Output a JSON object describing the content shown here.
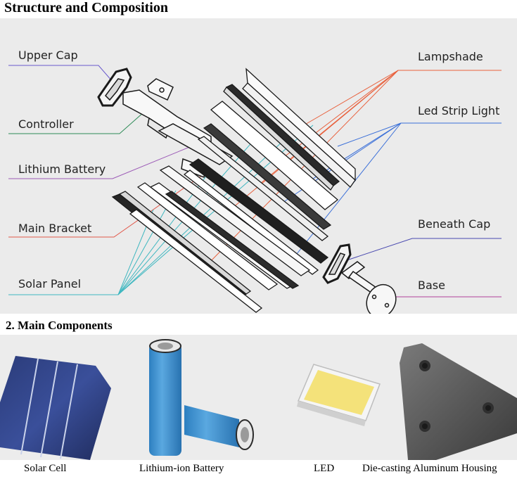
{
  "header": {
    "title": "Structure and Composition"
  },
  "diagram": {
    "labels": {
      "upper_cap": "Upper Cap",
      "controller": "Controller",
      "lithium_battery": "Lithium Battery",
      "main_bracket": "Main Bracket",
      "solar_panel": "Solar Panel",
      "lampshade": "Lampshade",
      "led_strip_light": "Led Strip Light",
      "beneath_cap": "Beneath Cap",
      "base": "Base"
    },
    "colors": {
      "upper_cap": "#6a5acd",
      "controller": "#2e8b57",
      "lithium_battery": "#9b59b6",
      "main_bracket": "#e2584a",
      "solar_panel": "#3fb7c0",
      "lampshade": "#e8603c",
      "led_strip_light": "#3a6fd8",
      "beneath_cap": "#4a4ab0",
      "base": "#b0409a"
    }
  },
  "main_components": {
    "heading": "2. Main Components",
    "items": [
      {
        "caption": "Solar Cell",
        "icon": "solar-cell-icon"
      },
      {
        "caption": "Lithium-ion Battery",
        "icon": "battery-cell-icon"
      },
      {
        "caption": "LED",
        "icon": "led-chip-icon"
      },
      {
        "caption": "Die-casting Aluminum Housing",
        "icon": "aluminum-housing-icon"
      }
    ]
  }
}
